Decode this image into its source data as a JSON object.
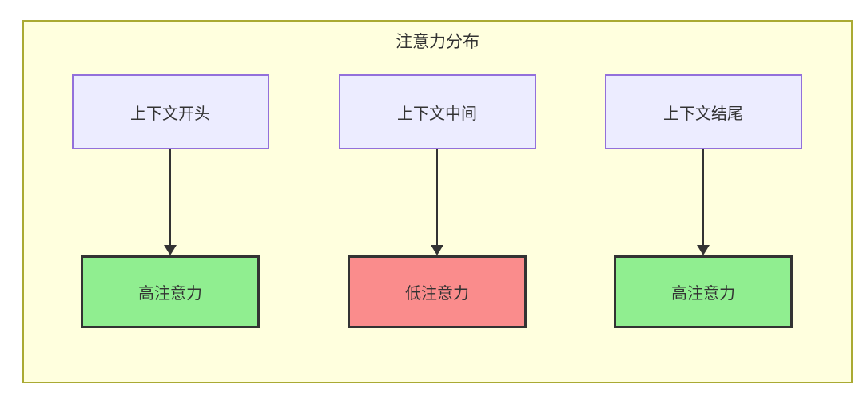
{
  "diagram": {
    "title": "注意力分布",
    "type": "flowchart",
    "columns": [
      {
        "source": {
          "label": "上下文开头"
        },
        "target": {
          "label": "高注意力",
          "status": "high"
        }
      },
      {
        "source": {
          "label": "上下文中间"
        },
        "target": {
          "label": "低注意力",
          "status": "low"
        }
      },
      {
        "source": {
          "label": "上下文结尾"
        },
        "target": {
          "label": "高注意力",
          "status": "high"
        }
      }
    ],
    "colors": {
      "frame_fill": "#ffffde",
      "frame_border": "#aaaa33",
      "source_fill": "#ececff",
      "source_border": "#9370db",
      "high_attention_fill": "#90ee90",
      "low_attention_fill": "#fa8c8c",
      "dark_border": "#333333",
      "arrow": "#333333",
      "text": "#333333"
    }
  }
}
